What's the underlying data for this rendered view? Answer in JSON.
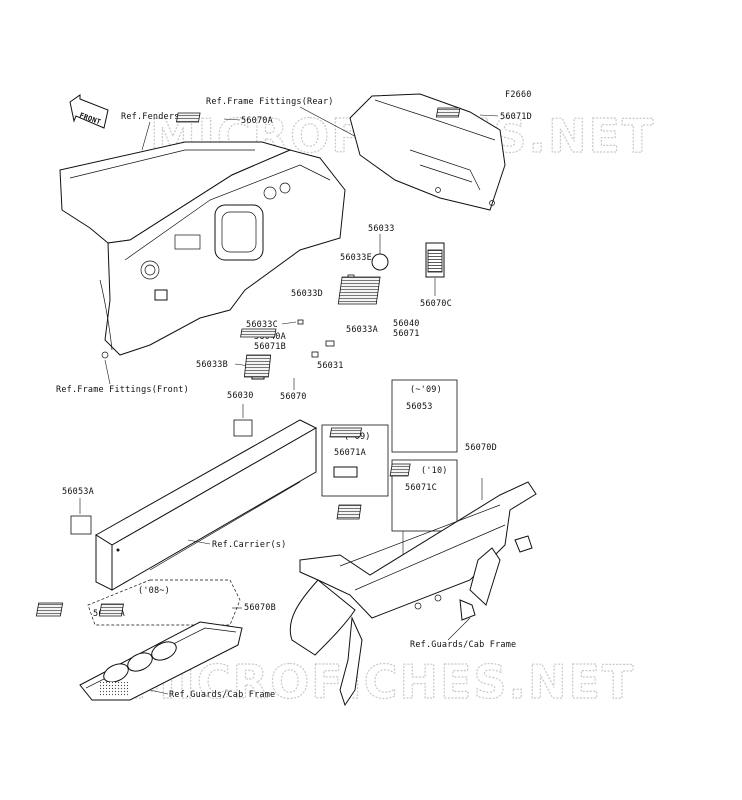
{
  "figure_code": "F2660",
  "watermark": "MICROFICHES.NET",
  "labels": {
    "front": "FRONT",
    "ref_fenders": "Ref.Fenders",
    "ref_frame_rear": "Ref.Frame Fittings(Rear)",
    "ref_frame_front": "Ref.Frame Fittings(Front)",
    "ref_carriers": "Ref.Carrier(s)",
    "ref_guards_right": "Ref.Guards/Cab Frame",
    "ref_guards_bottom": "Ref.Guards/Cab Frame"
  },
  "parts": {
    "p56070A": "56070A",
    "p56071D": "56071D",
    "p56033": "56033",
    "p56033E": "56033E",
    "p56033D": "56033D",
    "p56033C": "56033C",
    "p56040A": "56040A",
    "p56071B": "56071B",
    "p56033A": "56033A",
    "p56040": "56040",
    "p56071": "56071",
    "p56070C": "56070C",
    "p56033B": "56033B",
    "p56031": "56031",
    "p56070": "56070",
    "p56030": "56030",
    "p56053": "56053",
    "p56071A": "56071A",
    "p56070D": "56070D",
    "p56071C": "56071C",
    "p56053A": "56053A",
    "p56030A": "56030A",
    "p56070B": "56070B"
  },
  "years": {
    "y09": "('09)",
    "y_to09": "(~'09)",
    "y10": "('10)",
    "y08on": "('08~)"
  }
}
